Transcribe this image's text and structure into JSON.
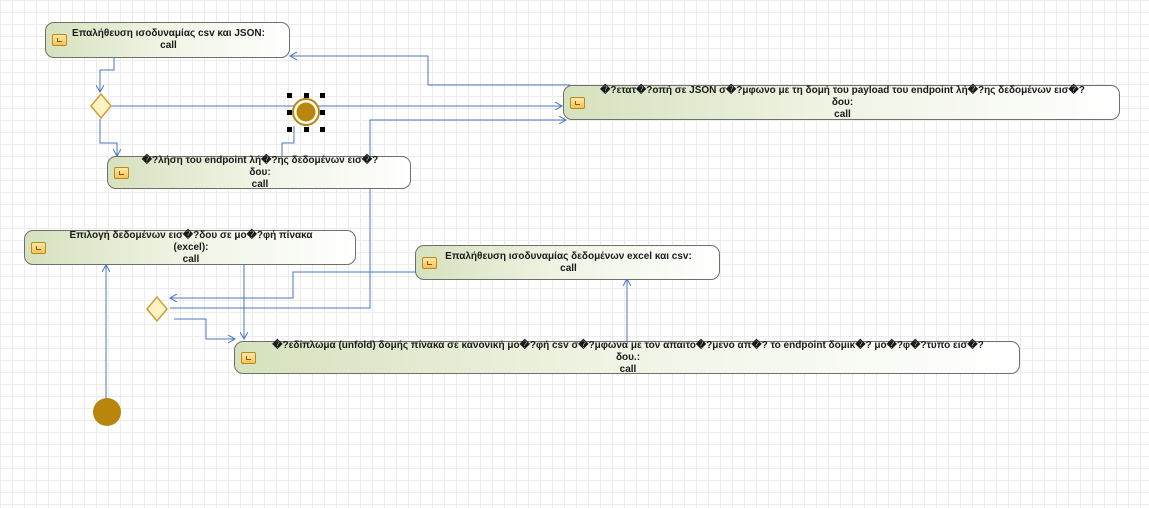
{
  "diagram": {
    "actions": [
      {
        "id": "a1",
        "name": "Επαλήθευση ισοδυναμίας csv και JSON:",
        "call": "call"
      },
      {
        "id": "a2",
        "name": "�?ετατ�?οπή σε JSON σ�?μφωνο με τη δομή του payload του endpoint λή�?ης δεδομένων εισ�?δου:",
        "call": "call"
      },
      {
        "id": "a3",
        "name": "�?λήση του endpoint λή�?ης δεδομένων εισ�?δου:",
        "call": "call"
      },
      {
        "id": "a4",
        "name": "Επιλογή δεδομένων εισ�?δου σε μο�?φή πίνακα (excel):",
        "call": "call"
      },
      {
        "id": "a5",
        "name": "Επαλήθευση ισοδυναμίας δεδομένων excel και csv:",
        "call": "call"
      },
      {
        "id": "a6",
        "name": "�?εδίπλωμα (unfold) δομής πίνακα σε κανονική μο�?φή csv σ�?μφωνα με τον απαιτο�?μενο απ�? το endpoint δομικ�? μο�?φ�?τυπο εισ�?δου.:",
        "call": "call"
      }
    ],
    "colors": {
      "flow": "#4a74c4",
      "decision_fill": "#fff3c4",
      "decision_border": "#c9a032",
      "node_fill": "#b8860b",
      "selection": "#000000"
    }
  }
}
